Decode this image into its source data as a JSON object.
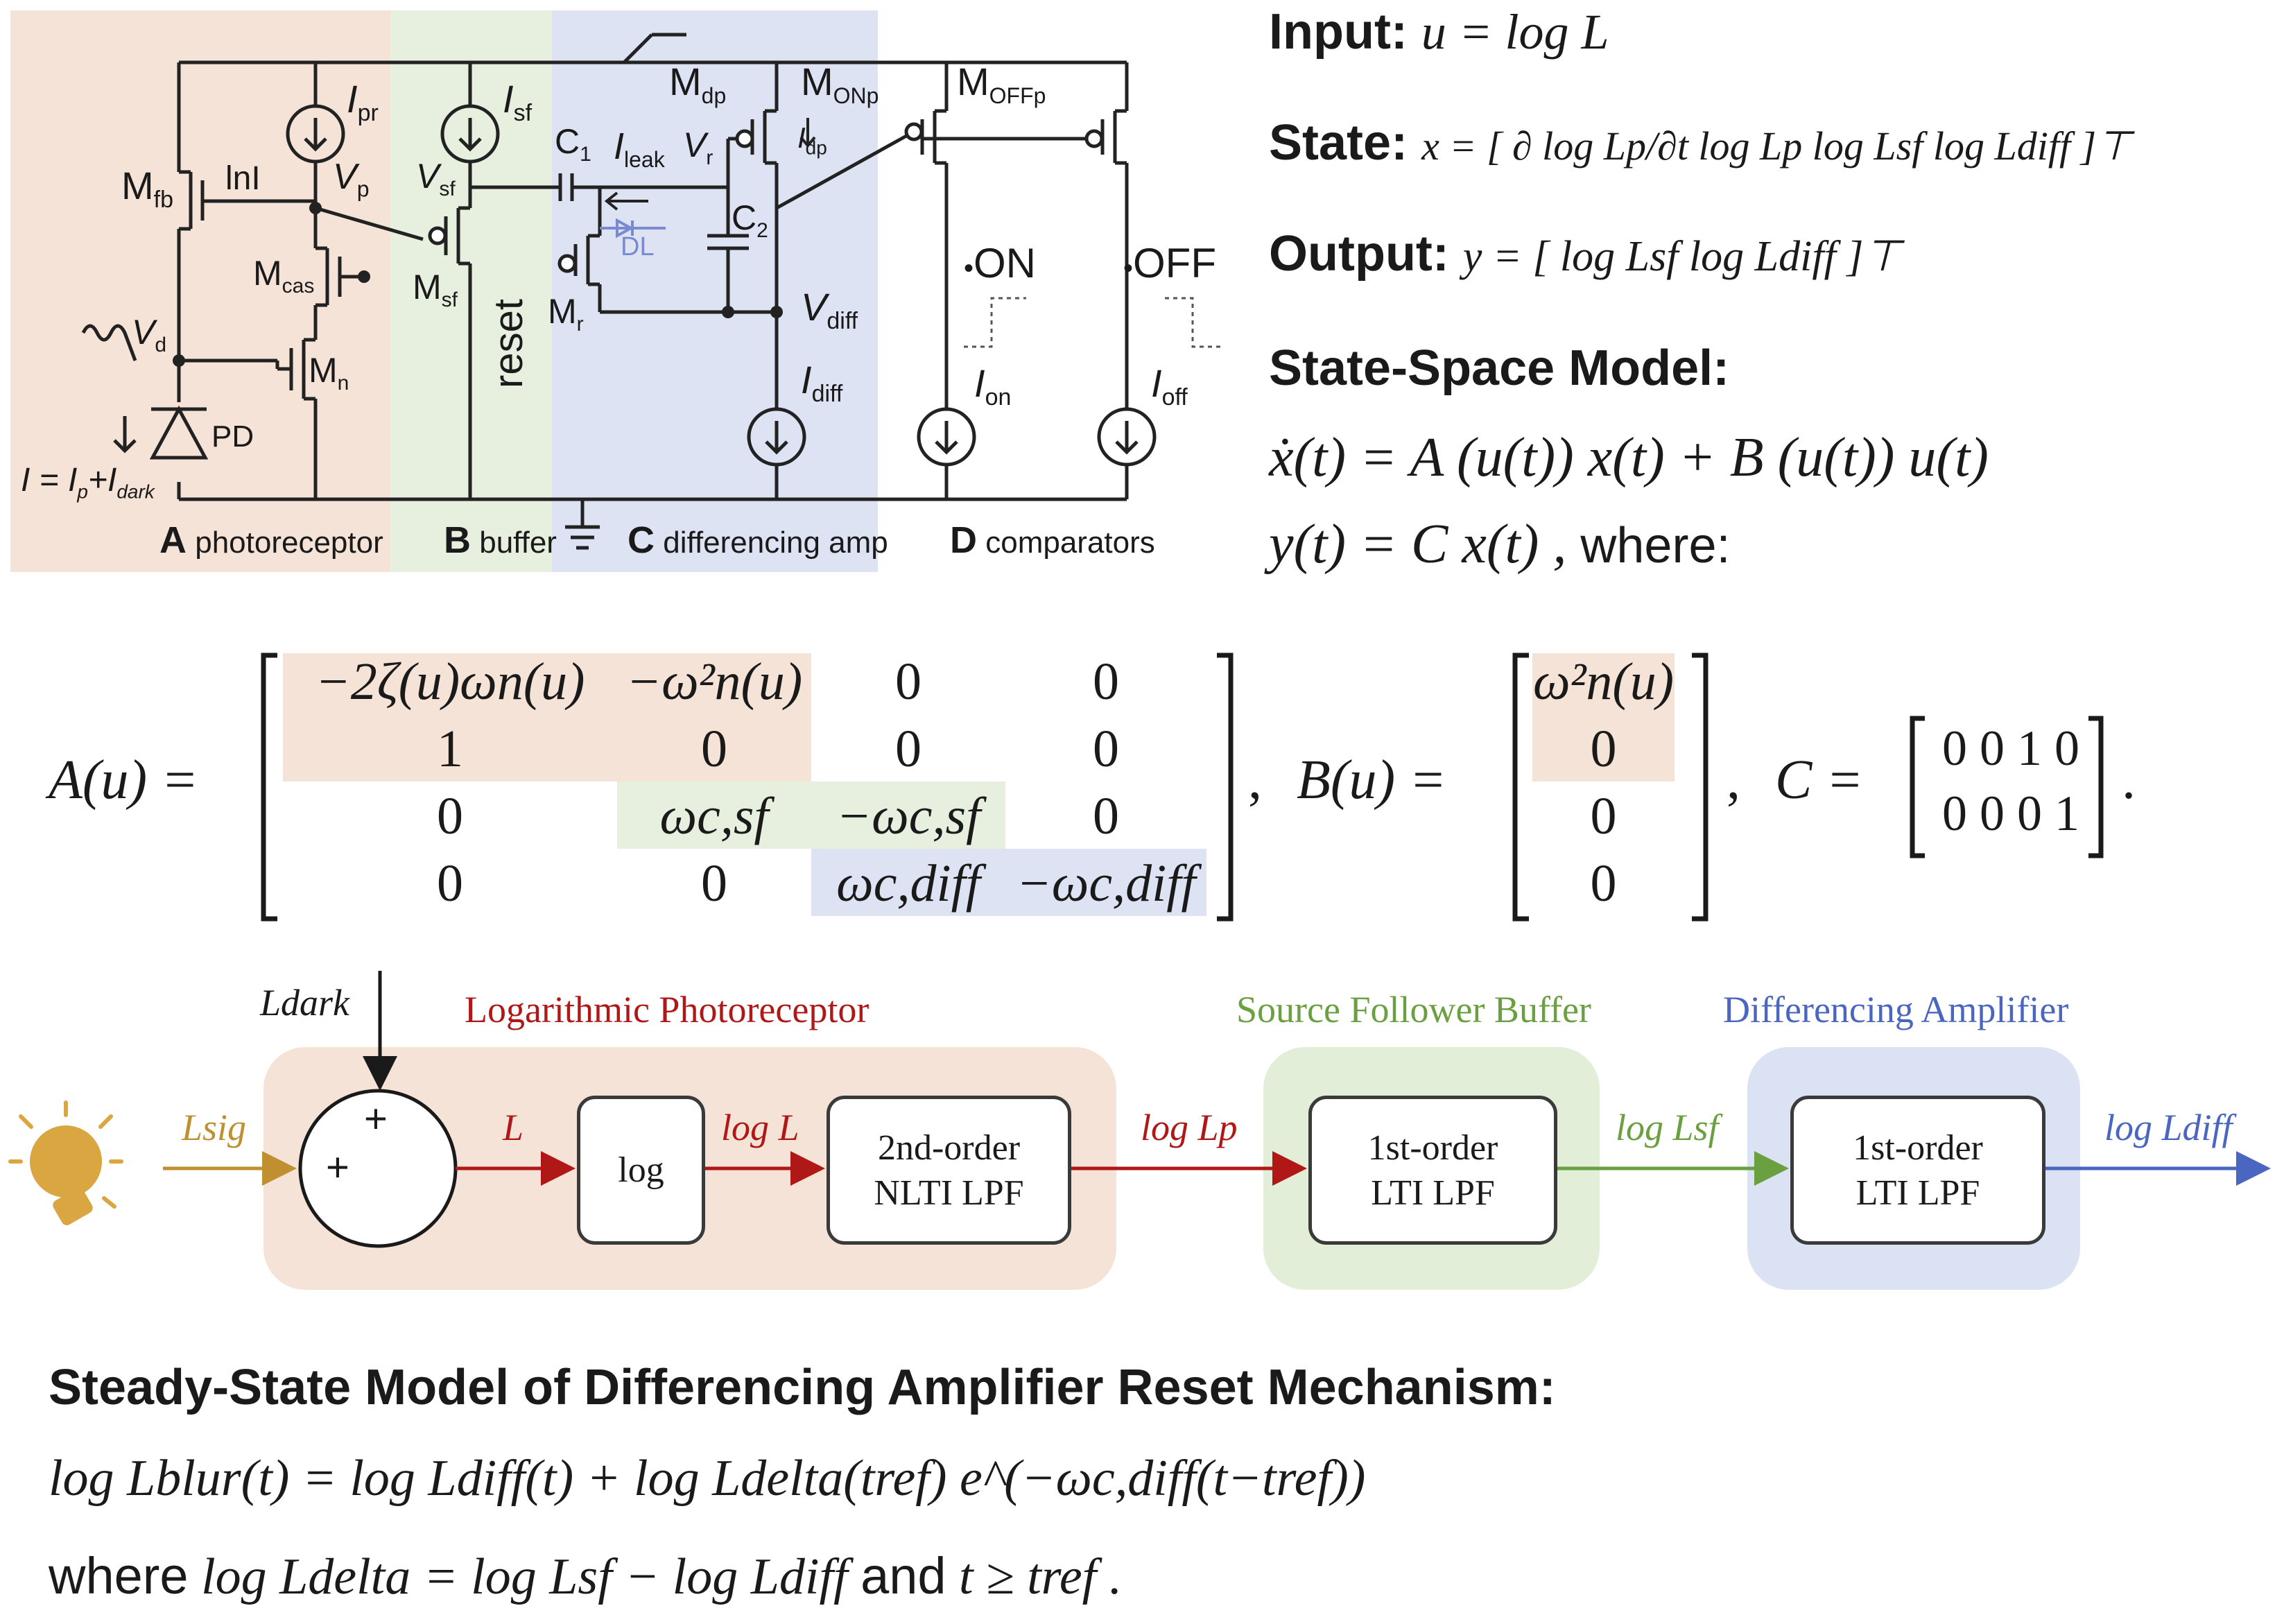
{
  "circuit": {
    "stages": {
      "a": {
        "letter": "A",
        "name": "photoreceptor",
        "color": "#f6e3d7"
      },
      "b": {
        "letter": "B",
        "name": "buffer",
        "color": "#e7efdf"
      },
      "c": {
        "letter": "C",
        "name": "differencing amp",
        "color": "#dde3f2"
      },
      "d": {
        "letter": "D",
        "name": "comparators"
      }
    },
    "labels": {
      "m_fb": "M",
      "m_fb_sub": "fb",
      "ln_i": "lnI",
      "i_pr": "I",
      "i_pr_sub": "pr",
      "v_p": "V",
      "v_p_sub": "p",
      "m_cas": "M",
      "m_cas_sub": "cas",
      "v_d": "V",
      "v_d_sub": "d",
      "m_n": "M",
      "m_n_sub": "n",
      "pd": "PD",
      "i_eq": "I = I",
      "i_eq_p": "p",
      "i_eq_plus": "+I",
      "i_eq_dark": "dark",
      "i_sf": "I",
      "i_sf_sub": "sf",
      "v_sf": "V",
      "v_sf_sub": "sf",
      "m_sf": "M",
      "m_sf_sub": "sf",
      "c1": "C",
      "c1_sub": "1",
      "i_leak": "I",
      "i_leak_sub": "leak",
      "v_r": "V",
      "v_r_sub": "r",
      "dl": "DL",
      "reset": "reset",
      "m_r": "M",
      "m_r_sub": "r",
      "m_dp": "M",
      "m_dp_sub": "dp",
      "i_dp": "I",
      "i_dp_sub": "dp",
      "c2": "C",
      "c2_sub": "2",
      "v_diff": "V",
      "v_diff_sub": "diff",
      "i_diff": "I",
      "i_diff_sub": "diff",
      "m_onp": "M",
      "m_onp_sub": "ONp",
      "m_offp": "M",
      "m_offp_sub": "OFFp",
      "on": "ON",
      "off": "OFF",
      "i_on": "I",
      "i_on_sub": "on",
      "i_off": "I",
      "i_off_sub": "off"
    }
  },
  "model": {
    "input_label": "Input:",
    "input_eq": "u = log L",
    "state_label": "State:",
    "state_eq": "x = [ ∂ log Lp/∂t  log Lp  log Lsf  log Ldiff ]⊤",
    "output_label": "Output:",
    "output_eq": "y = [ log Lsf  log Ldiff ]⊤",
    "ss_heading": "State-Space Model:",
    "ss_eq1": "ẋ(t) = A (u(t))  x(t) + B (u(t))  u(t)",
    "ss_eq2": "y(t) = C x(t) ,",
    "ss_where": "where:"
  },
  "matrices": {
    "a_label": "A(u) =",
    "a_cells": [
      [
        "−2ζ(u)ωn(u)",
        "−ω²n(u)",
        "0",
        "0"
      ],
      [
        "1",
        "0",
        "0",
        "0"
      ],
      [
        "0",
        "ωc,sf",
        "−ωc,sf",
        "0"
      ],
      [
        "0",
        "0",
        "ωc,diff",
        "−ωc,diff"
      ]
    ],
    "b_label": "B(u) =",
    "b_cells": [
      "ω²n(u)",
      "0",
      "0",
      "0"
    ],
    "c_label": "C =",
    "c_rows": [
      "0 0 1 0",
      "0 0 0 1"
    ],
    "sep1": ",",
    "sep2": ",",
    "end": "."
  },
  "block_diagram": {
    "titles": {
      "photoreceptor": "Logarithmic Photoreceptor",
      "buffer": "Source Follower Buffer",
      "diff": "Differencing Amplifier"
    },
    "colors": {
      "photoreceptor_title": "#b01818",
      "buffer_title": "#6aa040",
      "diff_title": "#4a66c0",
      "photoreceptor_bg": "#f6e3d7",
      "buffer_bg": "#e3eed9",
      "diff_bg": "#dbe2f3",
      "bulb": "#d9a642",
      "red_arrow": "#b01818",
      "green_arrow": "#6aa040",
      "blue_arrow": "#4a66c0"
    },
    "signals": {
      "l_dark": "Ldark",
      "l_sig": "Lsig",
      "l": "L",
      "log_l": "log L",
      "log_lp": "log Lp",
      "log_lsf": "log Lsf",
      "log_ldiff": "log Ldiff"
    },
    "sum_plus_top": "+",
    "sum_plus_left": "+",
    "boxes": {
      "log": "log",
      "lpf2_line1": "2nd-order",
      "lpf2_line2": "NLTI LPF",
      "lpf_sf_line1": "1st-order",
      "lpf_sf_line2": "LTI LPF",
      "lpf_diff_line1": "1st-order",
      "lpf_diff_line2": "LTI LPF"
    }
  },
  "steady_state": {
    "heading": "Steady-State Model of Differencing Amplifier Reset Mechanism:",
    "eq1": "log Lblur(t) = log Ldiff(t) + log Ldelta(tref) e^(−ωc,diff(t−tref))",
    "eq2_word": "where",
    "eq2_a": "log Ldelta = log Lsf − log Ldiff",
    "eq2_and": "and",
    "eq2_b": "t ≥ tref ."
  }
}
